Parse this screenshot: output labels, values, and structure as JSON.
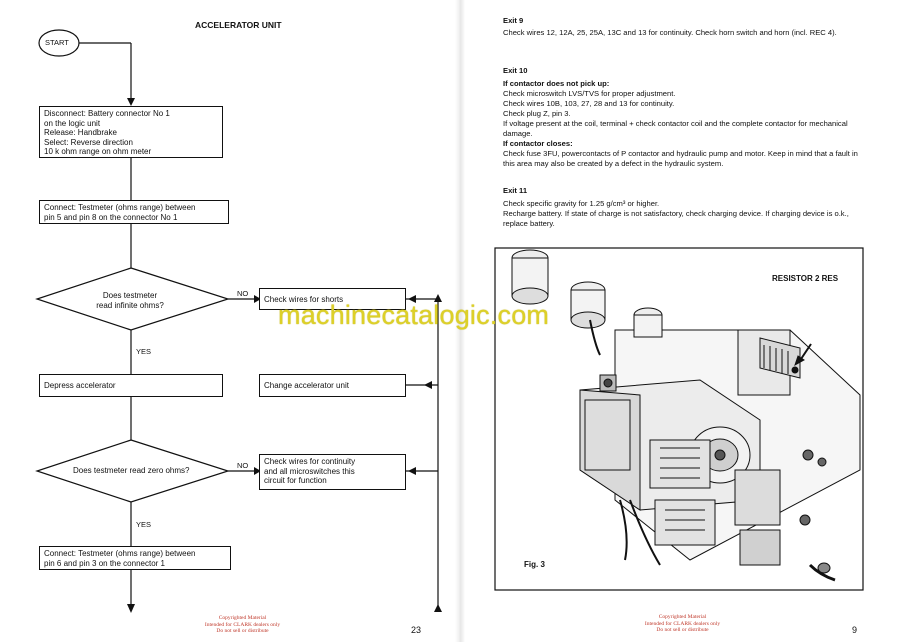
{
  "left_page": {
    "title": "ACCELERATOR UNIT",
    "start": "START",
    "box1": "Disconnect: Battery connector No 1\non the logic unit\nRelease: Handbrake\nSelect: Reverse direction\n        10 k ohm range on ohm meter",
    "box2": "Connect: Testmeter (ohms range) between\npin 5 and pin 8 on the connector No 1",
    "decision1": "Does testmeter\nread infinite ohms?",
    "no1": "NO",
    "no1_box": "Check wires for shorts",
    "yes1": "YES",
    "box3": "Depress accelerator",
    "change_box": "Change accelerator unit",
    "decision2": "Does testmeter read zero ohms?",
    "no2": "NO",
    "no2_box": "Check wires for continuity\nand all microswitches this\ncircuit for function",
    "yes2": "YES",
    "box4": "Connect: Testmeter (ohms range) between\npin 6 and pin 3 on the connector 1",
    "copyright": "Copyrighted Material\nIntended for CLARK dealers only\nDo not sell or distribute",
    "page_number": "23"
  },
  "right_page": {
    "exit9_heading": "Exit 9",
    "exit9_text": "Check wires 12, 12A, 25, 25A, 13C and 13 for continuity. Check horn switch and horn (incl. REC 4).",
    "exit10_heading": "Exit 10",
    "exit10_sub1": "If contactor does not pick up:",
    "exit10_lines": [
      "Check microswitch LVS/TVS for proper adjustment.",
      "Check wires 10B, 103, 27, 28 and 13 for continuity.",
      "Check plug Z, pin 3.",
      "If voltage present at the coil, terminal + check contactor coil and the complete contactor for mechanical damage."
    ],
    "exit10_sub2": "If contactor closes:",
    "exit10_text2": "Check fuse 3FU, powercontacts of P contactor and hydraulic pump and motor. Keep in mind that a fault in this area may also be created by a defect in the hydraulic system.",
    "exit11_heading": "Exit 11",
    "exit11_lines": [
      "Check specific gravity for 1.25 g/cm³ or higher.",
      "Recharge battery. If state of charge is not satisfactory, check charging device. If charging device is o.k., replace battery."
    ],
    "figure_label": "RESISTOR 2 RES",
    "figure_caption": "Fig. 3",
    "copyright": "Copyrighted Material\nIntended for CLARK dealers only\nDo not sell or distribute",
    "page_number": "9"
  },
  "watermark": "machinecatalogic.com",
  "colors": {
    "ink": "#111111",
    "watermark": "#ddd028",
    "copyright": "#c0392b"
  }
}
